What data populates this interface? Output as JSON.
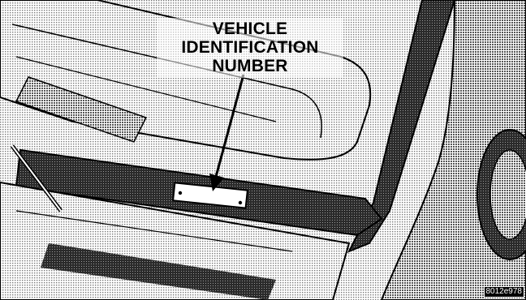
{
  "illustration": {
    "callout_lines": [
      "VEHICLE",
      "IDENTIFICATION",
      "NUMBER"
    ],
    "figure_code": "8012e978"
  },
  "colors": {
    "ink": "#000000",
    "paper": "#ffffff",
    "halftone_light": "#d6d6d6",
    "halftone_mid": "#9a9a9a",
    "halftone_dark": "#3c3c3c"
  }
}
